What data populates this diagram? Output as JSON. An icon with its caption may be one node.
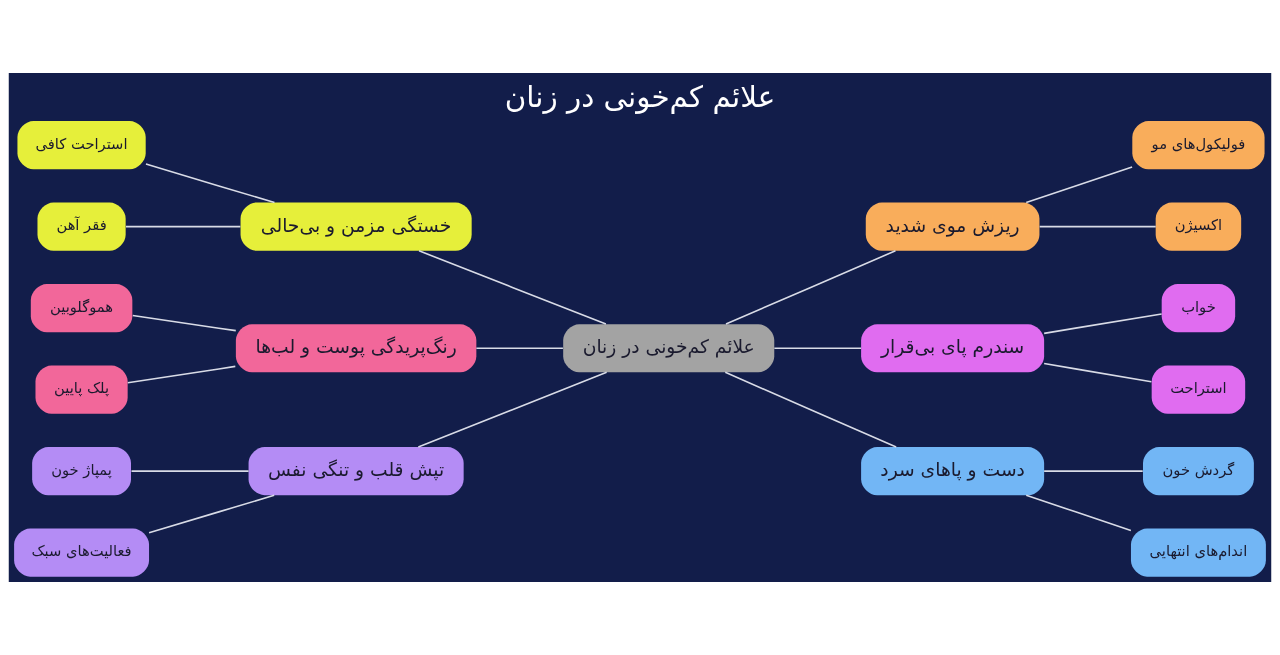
{
  "diagram": {
    "title": "علائم کم‌خونی در زنان",
    "nodes": [
      {
        "text": [
          "علائم کم‌خونی در زنان"
        ]
      },
      {
        "text": [
          "خستگی مزمن و بی‌حالی"
        ]
      },
      {
        "text": [
          "استراحت کافی"
        ]
      },
      {
        "text": [
          "فقر آهن"
        ]
      },
      {
        "text": [
          "رنگ‌پریدگی پوست و لب‌ها"
        ]
      },
      {
        "text": [
          "هموگلوبین"
        ]
      },
      {
        "text": [
          "پلک پایین"
        ]
      },
      {
        "text": [
          "تپش قلب و تنگی نفس"
        ]
      },
      {
        "text": [
          "پمپاژ خون"
        ]
      },
      {
        "text": [
          "فعالیت‌های سبک"
        ]
      },
      {
        "text": [
          "ریزش موی شدید"
        ]
      },
      {
        "text": [
          "فولیکول‌های مو"
        ]
      },
      {
        "text": [
          "اکسیژن"
        ]
      },
      {
        "text": [
          "سندرم پای بی‌قرار"
        ]
      },
      {
        "text": [
          "خواب"
        ]
      },
      {
        "text": [
          "استراحت"
        ]
      },
      {
        "text": [
          "دست و پاهای سرد"
        ]
      },
      {
        "text": [
          "گردش خون"
        ]
      },
      {
        "text": [
          "اندام‌های انتهایی"
        ]
      }
    ],
    "edges": [
      {
        "from": 2,
        "to": 1,
        "arrow": "none"
      },
      {
        "from": 3,
        "to": 1,
        "arrow": "none"
      },
      {
        "from": 5,
        "to": 4,
        "arrow": "none"
      },
      {
        "from": 6,
        "to": 4,
        "arrow": "none"
      },
      {
        "from": 8,
        "to": 7,
        "arrow": "none"
      },
      {
        "from": 9,
        "to": 7,
        "arrow": "none"
      },
      {
        "from": 1,
        "to": 0,
        "arrow": "none"
      },
      {
        "from": 4,
        "to": 0,
        "arrow": "none"
      },
      {
        "from": 7,
        "to": 0,
        "arrow": "none"
      },
      {
        "from": 0,
        "to": 10,
        "arrow": "none"
      },
      {
        "from": 0,
        "to": 13,
        "arrow": "none"
      },
      {
        "from": 0,
        "to": 16,
        "arrow": "none"
      },
      {
        "from": 10,
        "to": 11,
        "arrow": "none"
      },
      {
        "from": 10,
        "to": 12,
        "arrow": "none"
      },
      {
        "from": 13,
        "to": 14,
        "arrow": "none"
      },
      {
        "from": 13,
        "to": 15,
        "arrow": "none"
      },
      {
        "from": 16,
        "to": 17,
        "arrow": "none"
      },
      {
        "from": 16,
        "to": 18,
        "arrow": "none"
      }
    ]
  }
}
